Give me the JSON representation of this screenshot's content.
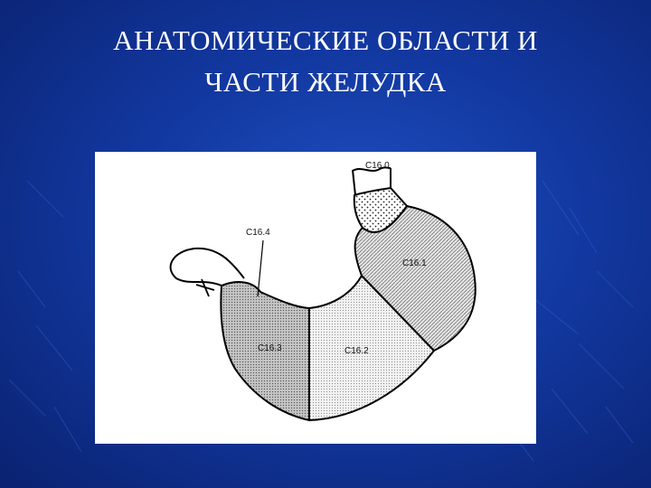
{
  "slide": {
    "title_line1": "АНАТОМИЧЕСКИЕ ОБЛАСТИ И",
    "title_line2": "ЧАСТИ  ЖЕЛУДКА"
  },
  "figure": {
    "labels": {
      "cardia": "C16.0",
      "fundus_body_upper": "C16.1",
      "body": "C16.2",
      "antrum": "C16.3",
      "lesser_curvature": "C16.4"
    }
  }
}
